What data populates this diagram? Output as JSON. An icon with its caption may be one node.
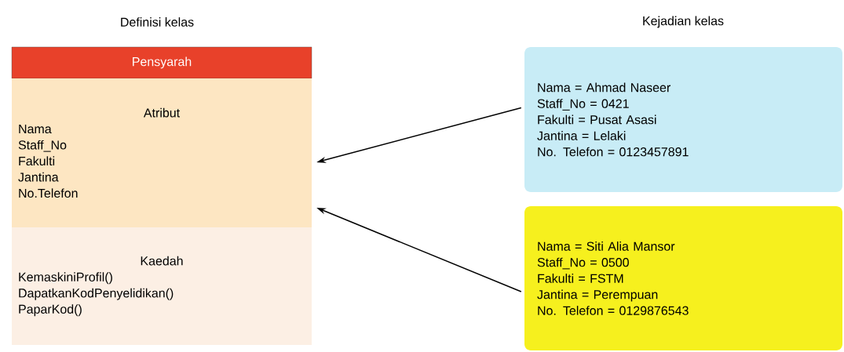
{
  "diagram": {
    "nodes": [
      {
        "text": [
          "Pensyarah"
        ]
      },
      {
        "text": [
          "Atribut",
          "Nama",
          "Staff_No",
          "Fakulti",
          "Jantina",
          "No.Telefon"
        ]
      },
      {
        "text": [
          "Kaedah",
          "KemaskiniProfil()",
          "DapatkanKodPenyelidikan()",
          "PaparKod()"
        ]
      },
      {
        "text": [
          "Nama = Ahmad Naseer",
          "Staff_No = 0421",
          "Fakulti = Pusat Asasi",
          "Jantina = Lelaki",
          "No. Telefon = 0123457891"
        ]
      },
      {
        "text": [
          "Nama = Siti Alia Mansor",
          "Staff_No = 0500",
          "Fakulti = FSTM",
          "Jantina = Perempuan",
          "No. Telefon = 0129876543"
        ]
      }
    ],
    "edges": [
      {
        "from": 3,
        "to": 1,
        "arrow": "to"
      },
      {
        "from": 4,
        "to": 1,
        "arrow": "to"
      }
    ],
    "labels": [
      "Definisi kelas",
      "Kejadian kelas"
    ]
  }
}
